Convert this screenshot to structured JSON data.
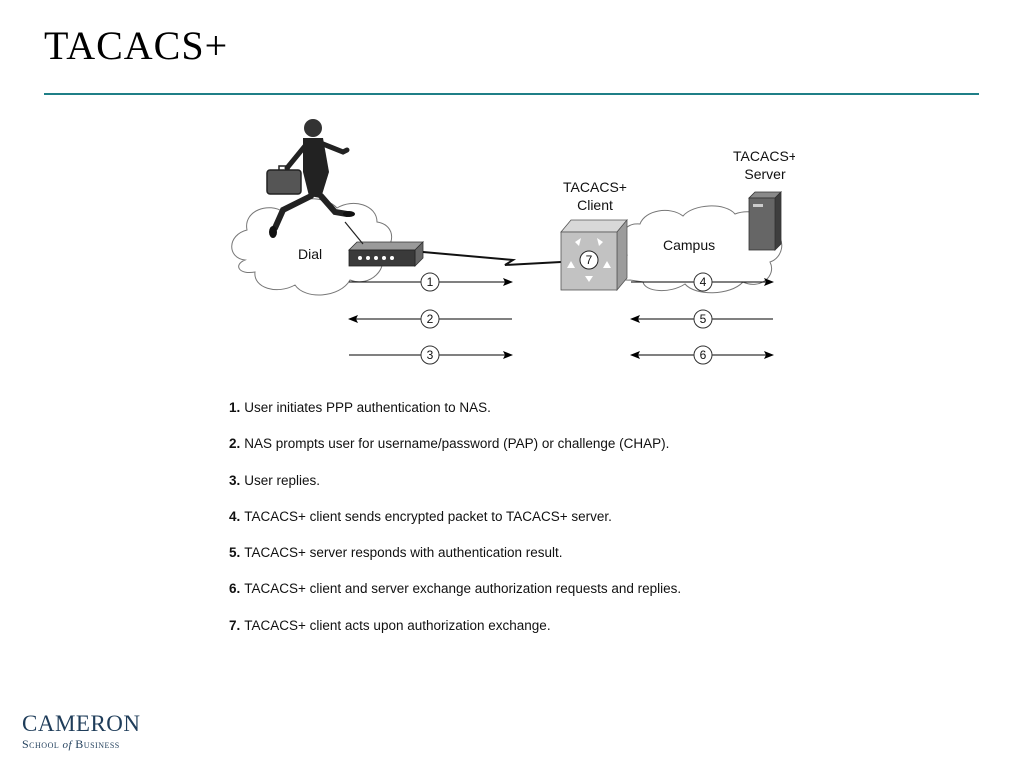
{
  "slide": {
    "title": "TACACS+"
  },
  "diagram": {
    "client_label_1": "TACACS+",
    "client_label_2": "Client",
    "server_label_1": "TACACS+",
    "server_label_2": "Server",
    "dial_label": "Dial",
    "campus_label": "Campus",
    "client_step": "7",
    "arrows": [
      {
        "num": "1",
        "direction": "right"
      },
      {
        "num": "2",
        "direction": "left"
      },
      {
        "num": "3",
        "direction": "right"
      },
      {
        "num": "4",
        "direction": "right"
      },
      {
        "num": "5",
        "direction": "left"
      },
      {
        "num": "6",
        "direction": "both"
      }
    ]
  },
  "steps": [
    {
      "num": "1.",
      "text": "User initiates PPP authentication to NAS."
    },
    {
      "num": "2.",
      "text": "NAS prompts user for username/password (PAP) or challenge (CHAP)."
    },
    {
      "num": "3.",
      "text": "User replies."
    },
    {
      "num": "4.",
      "text": "TACACS+ client sends encrypted packet to TACACS+ server."
    },
    {
      "num": "5.",
      "text": "TACACS+ server responds with authentication result."
    },
    {
      "num": "6.",
      "text": "TACACS+ client and server exchange authorization requests and replies."
    },
    {
      "num": "7.",
      "text": "TACACS+ client acts upon authorization exchange."
    }
  ],
  "logo": {
    "name": "CAMERON",
    "sub_1": "School",
    "sub_of": "of",
    "sub_2": "Business"
  }
}
